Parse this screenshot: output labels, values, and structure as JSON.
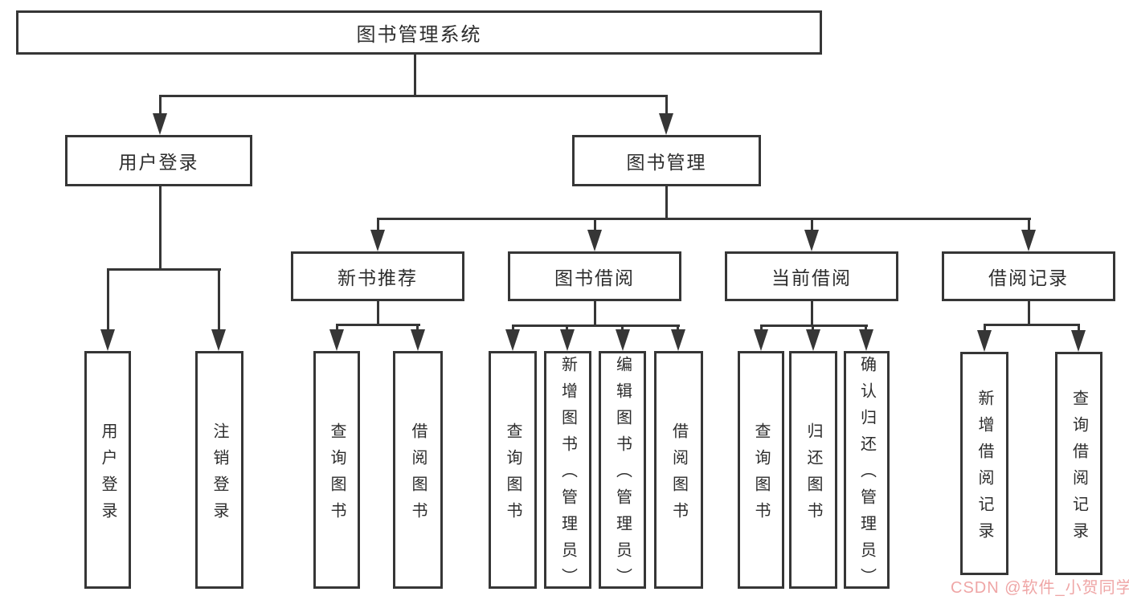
{
  "diagram": {
    "title": "图书管理系统",
    "level2": {
      "user_login": "用户登录",
      "book_management": "图书管理"
    },
    "level3": {
      "new_book_recommend": "新书推荐",
      "book_borrow": "图书借阅",
      "current_borrow": "当前借阅",
      "borrow_records": "借阅记录"
    },
    "leaves": {
      "user_login_children": [
        "用户登录",
        "注销登录"
      ],
      "new_book_recommend_children": [
        "查询图书",
        "借阅图书"
      ],
      "book_borrow_children": [
        "查询图书",
        "新增图书（管理员）",
        "编辑图书（管理员）",
        "借阅图书"
      ],
      "current_borrow_children": [
        "查询图书",
        "归还图书",
        "确认归还（管理员）"
      ],
      "borrow_records_children": [
        "新增借阅记录",
        "查询借阅记录"
      ]
    },
    "watermark": "CSDN @软件_小贺同学",
    "colors": {
      "line": "#363636",
      "text": "#2d2d2d",
      "watermark": "#efa6a6",
      "background": "#ffffff"
    }
  }
}
